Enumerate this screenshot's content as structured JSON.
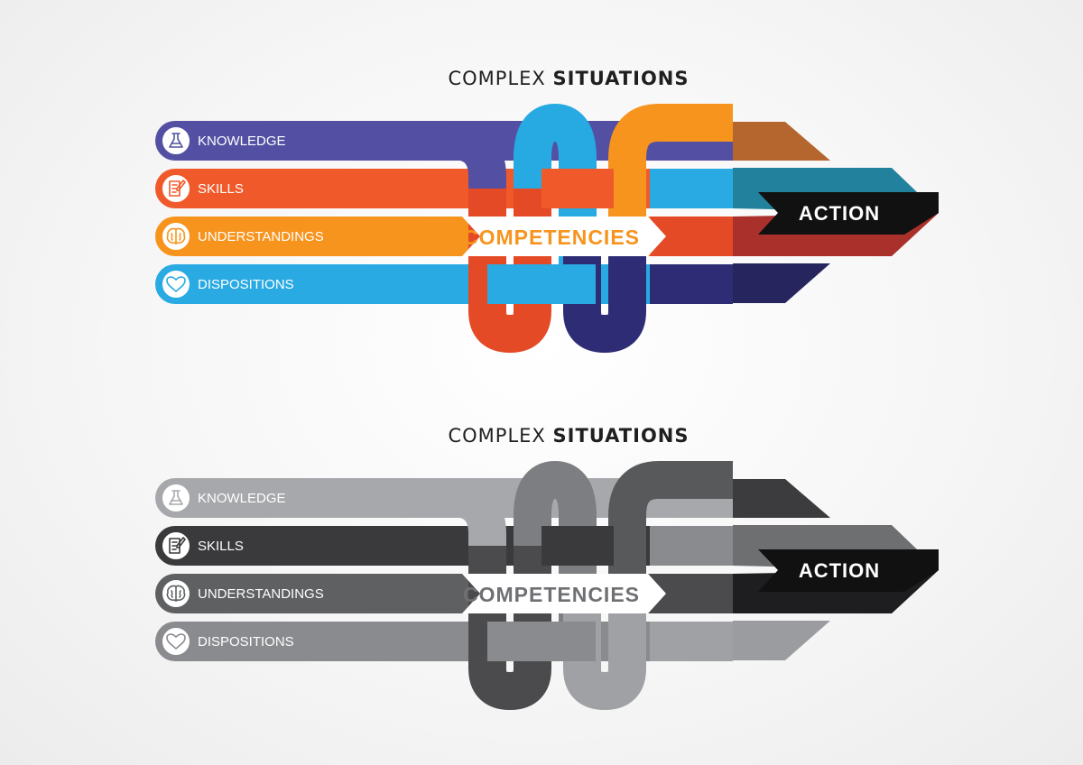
{
  "diagrams": [
    {
      "id": "color",
      "title_regular": "COMPLEX",
      "title_bold": "SITUATIONS",
      "labels": [
        "KNOWLEDGE",
        "SKILLS",
        "UNDERSTANDINGS",
        "DISPOSITIONS"
      ],
      "icons": [
        "flask-icon",
        "notepad-pencil-icon",
        "brain-icon",
        "heart-icon"
      ],
      "center_label": "COMPETENCIES",
      "arrow_label": "ACTION",
      "colors": {
        "knowledge": "#5350a3",
        "skills": "#f05a2b",
        "understandings": "#f7941d",
        "dispositions": "#29aae2",
        "loop_blue": "#27aae1",
        "loop_red": "#e44a25",
        "loop_orange": "#f7941d",
        "loop_navy": "#2e2c74",
        "tip_knowledge": "#b5662e",
        "tip_skills": "#22829d",
        "tip_understandings": "#a9302b",
        "tip_dispositions": "#27255e",
        "action_bg": "#111111",
        "center_text": "#f7941d"
      }
    },
    {
      "id": "grayscale",
      "title_regular": "COMPLEX",
      "title_bold": "SITUATIONS",
      "labels": [
        "KNOWLEDGE",
        "SKILLS",
        "UNDERSTANDINGS",
        "DISPOSITIONS"
      ],
      "icons": [
        "flask-icon",
        "notepad-pencil-icon",
        "brain-icon",
        "heart-icon"
      ],
      "center_label": "COMPETENCIES",
      "arrow_label": "ACTION",
      "colors": {
        "knowledge": "#a7a8ab",
        "skills": "#3a3a3c",
        "understandings": "#5f6062",
        "dispositions": "#8a8b8e",
        "loop_blue": "#7d7e81",
        "loop_red": "#4b4b4d",
        "loop_orange": "#58595b",
        "loop_navy": "#a0a1a4",
        "tip_knowledge": "#3c3c3e",
        "tip_skills": "#6e6f71",
        "tip_understandings": "#1e1e20",
        "tip_dispositions": "#9b9c9f",
        "action_bg": "#111111",
        "center_text": "#6f7073"
      }
    }
  ]
}
